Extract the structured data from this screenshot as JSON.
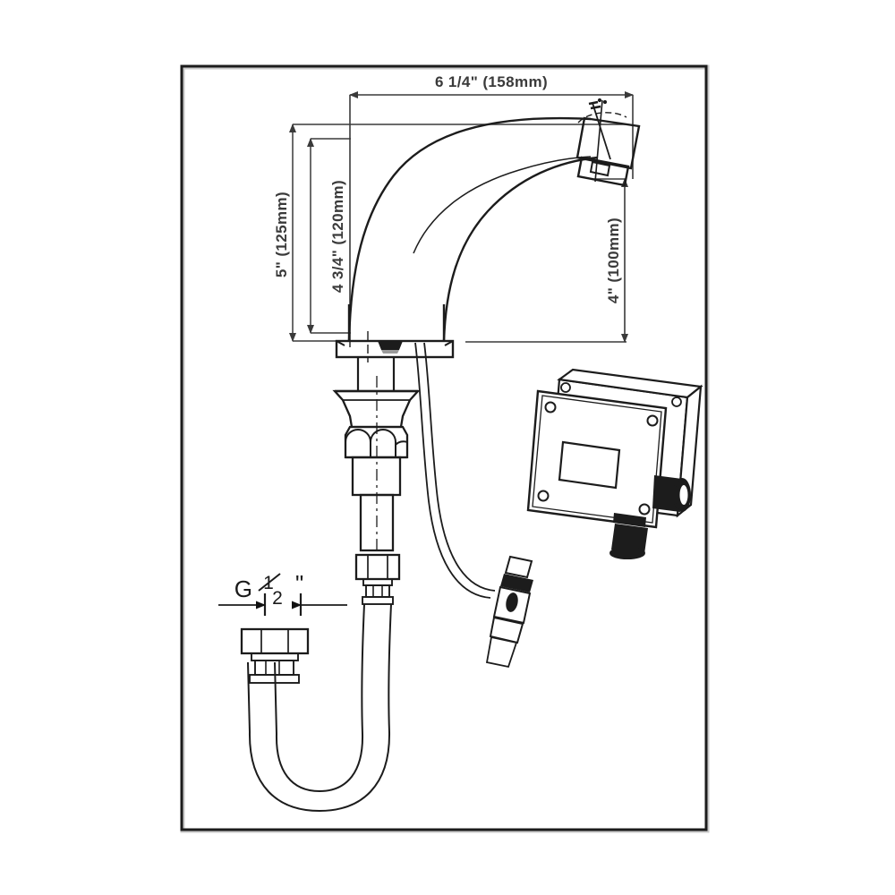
{
  "drawing": {
    "title": "Sensor Faucet Technical Dimension Drawing",
    "border": {
      "color": "#1c1c1c"
    },
    "line_color": "#1c1c1c",
    "dim_color": "#3a3a3a",
    "background": "#ffffff"
  },
  "dimensions": {
    "overall_reach": {
      "label": "6 1/4\" (158mm)",
      "orientation": "horizontal",
      "position": "top"
    },
    "overall_height": {
      "label": "5\" (125mm)",
      "orientation": "vertical",
      "position": "left-outer"
    },
    "spout_height": {
      "label": "4 3/4\" (120mm)",
      "orientation": "vertical",
      "position": "left-inner"
    },
    "outlet_height": {
      "label": "4\" (100mm)",
      "orientation": "vertical",
      "position": "right"
    },
    "thread_size": {
      "label_prefix": "G",
      "label_fraction_num": "1",
      "label_fraction_den": "2",
      "label_suffix": "\"",
      "full_label": "G 1/2\"",
      "orientation": "horizontal",
      "position": "supply-inlet"
    }
  },
  "components": [
    {
      "name": "spout-body",
      "description": "Curved gooseneck spout"
    },
    {
      "name": "aerator-outlet",
      "description": "Angled outlet tip at spout end"
    },
    {
      "name": "base-plate",
      "description": "Deck mounting escutcheon with sensor window"
    },
    {
      "name": "sensor-window",
      "description": "Infrared sensor eye in base"
    },
    {
      "name": "mounting-shank",
      "description": "Threaded shank below deck"
    },
    {
      "name": "rubber-washer",
      "description": "Conical sealing washer"
    },
    {
      "name": "lock-nut",
      "description": "Hex lock nut"
    },
    {
      "name": "shank-extension",
      "description": "Lower threaded shank"
    },
    {
      "name": "hose-coupling-upper",
      "description": "Hose coupling nut on shank"
    },
    {
      "name": "supply-hose",
      "description": "Flexible U-shaped supply hose"
    },
    {
      "name": "supply-inlet-nut",
      "description": "G 1/2 inch inlet connector nut"
    },
    {
      "name": "sensor-cable",
      "description": "Sensor cable from base"
    },
    {
      "name": "cable-plug",
      "description": "Quick-connect cable plug"
    },
    {
      "name": "control-box",
      "description": "Electronic control box / power unit"
    },
    {
      "name": "control-box-panel",
      "description": "Front access panel window"
    },
    {
      "name": "cable-gland-side",
      "description": "Side cable gland"
    },
    {
      "name": "cable-gland-bottom",
      "description": "Bottom cable gland"
    },
    {
      "name": "control-box-screws",
      "description": "Four corner cover screws"
    }
  ]
}
